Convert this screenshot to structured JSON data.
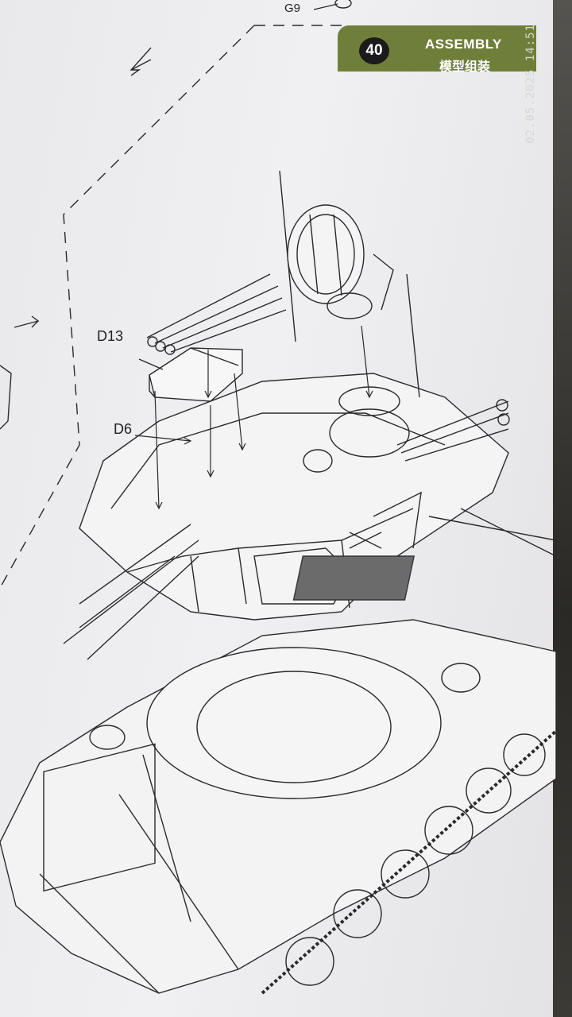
{
  "header": {
    "step_number": "40",
    "title_en": "ASSEMBLY",
    "title_cn": "模型组装",
    "accent_color": "#6f7f3a"
  },
  "parts": {
    "g9": "G9",
    "d13": "D13",
    "d6": "D6"
  },
  "photo_timestamp": "02.05.2025 14:51"
}
